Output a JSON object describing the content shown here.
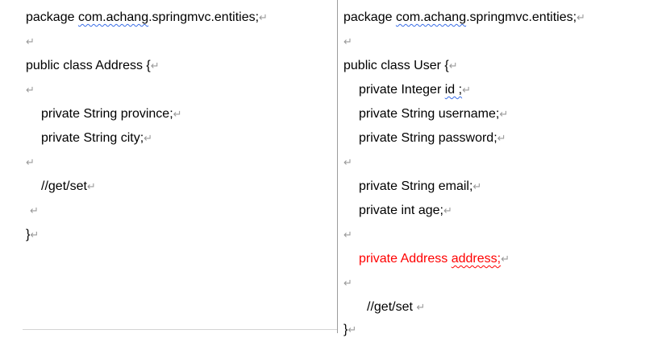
{
  "paragraph_mark": "↵",
  "left_code": {
    "line1_prefix": "package ",
    "line1_pkg": "com.achang",
    "line1_rest": ".springmvc.entities;",
    "line3": "public class Address {",
    "line5": "private String province;",
    "line6": "private String city;",
    "line8": "//get/set",
    "line10": "}"
  },
  "right_code": {
    "line1_prefix": "package ",
    "line1_pkg": "com.achang",
    "line1_rest": ".springmvc.entities;",
    "line3": "public class User {",
    "line4_prefix": "private Integer ",
    "line4_id": "id ;",
    "line5": "private String username;",
    "line6": "private String password;",
    "line8": "private String email;",
    "line9": "private int age;",
    "line11_prefix": "private Address ",
    "line11_field": "address;",
    "line13": "//get/set ",
    "line14": "}"
  },
  "colors": {
    "highlight_text": "#ff0000",
    "spell_check_underline": "#3a6ee8",
    "divider": "#9b9b9b"
  }
}
